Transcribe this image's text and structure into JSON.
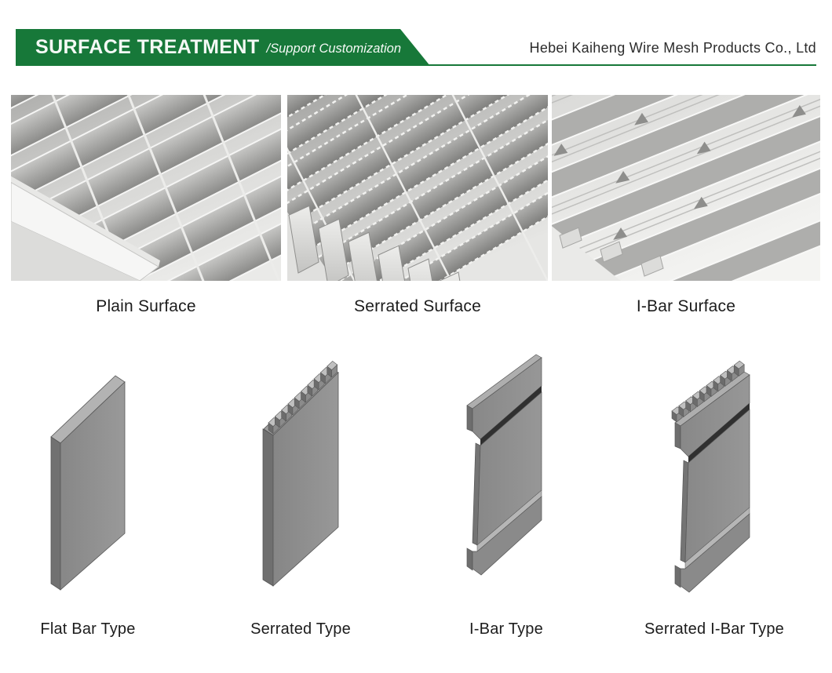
{
  "header": {
    "title": "SURFACE TREATMENT",
    "subtitle": "/Support Customization",
    "company": "Hebei Kaiheng Wire Mesh Products Co., Ltd"
  },
  "surfaces": [
    {
      "label": "Plain Surface",
      "illustration": "plain-steel-grating-photo"
    },
    {
      "label": "Serrated Surface",
      "illustration": "serrated-steel-grating-photo"
    },
    {
      "label": "I-Bar Surface",
      "illustration": "i-bar-aluminum-grating-photo"
    }
  ],
  "bar_types": [
    {
      "label": "Flat Bar Type",
      "illustration": "flat-bar-3d-render"
    },
    {
      "label": "Serrated Type",
      "illustration": "serrated-bar-3d-render"
    },
    {
      "label": "I-Bar Type",
      "illustration": "i-bar-3d-render"
    },
    {
      "label": "Serrated I-Bar Type",
      "illustration": "serrated-i-bar-3d-render"
    }
  ],
  "colors": {
    "banner_green": "#177839",
    "text_dark": "#1c1c1c",
    "bar_gray": "#8e8e8e"
  }
}
